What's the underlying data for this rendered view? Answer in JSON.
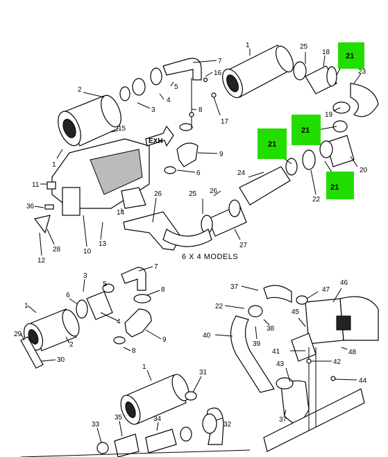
{
  "caption": "6 X 4 MODELS",
  "labels": {
    "l1a": "1",
    "l2a": "2",
    "l3a": "3",
    "l4a": "4",
    "l5a": "5",
    "l6a": "6",
    "l7a": "7",
    "l8a": "8",
    "l8b": "8",
    "l9a": "9",
    "l10a": "10",
    "l11a": "11",
    "l12a": "12",
    "l13a": "13",
    "l14a": "14",
    "l15a": "15",
    "l16a": "16",
    "l17a": "17",
    "l18a": "18",
    "l19a": "19",
    "l20a": "20",
    "l22a": "22",
    "l23a": "23",
    "l24a": "24",
    "l25a": "25",
    "l25b": "25",
    "l26a": "26",
    "l26b": "26",
    "l27a": "27",
    "l28a": "28",
    "l36a": "36",
    "l1b": "1",
    "l2b": "2",
    "l3b": "3",
    "l4b": "4",
    "l5b": "5",
    "l6b": "6",
    "l7b": "7",
    "l8c": "8",
    "l8d": "8",
    "l9b": "9",
    "l29a": "29",
    "l30a": "30",
    "l37a": "37",
    "l37b": "37",
    "l22b": "22",
    "l38a": "38",
    "l39a": "39",
    "l40a": "40",
    "l41a": "41",
    "l42a": "42",
    "l43a": "43",
    "l44a": "44",
    "l45a": "45",
    "l46a": "46",
    "l47a": "47",
    "l48a": "48",
    "l1c": "1",
    "l31a": "31",
    "l32a": "32",
    "l33a": "33",
    "l34a": "34",
    "l35a": "35"
  },
  "highlights": {
    "h1": "21",
    "h2": "21",
    "h3": "21",
    "h4": "21"
  },
  "highlight_color": "#22dd00"
}
